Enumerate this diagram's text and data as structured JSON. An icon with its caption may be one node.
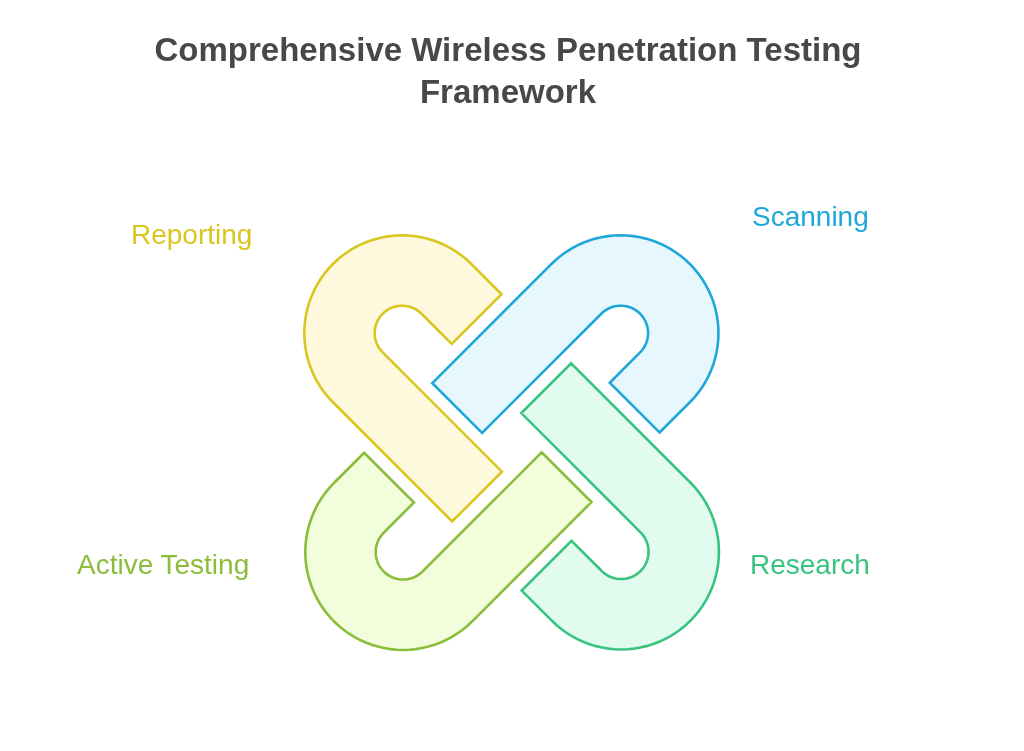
{
  "diagram": {
    "title": "Comprehensive Wireless Penetration Testing Framework",
    "nodes": [
      {
        "text": [],
        "shape": "hook",
        "beside": [
          "Reporting"
        ]
      },
      {
        "text": [],
        "shape": "hook",
        "beside": [
          "Scanning"
        ]
      },
      {
        "text": [],
        "shape": "hook",
        "beside": [
          "Active Testing"
        ]
      },
      {
        "text": [],
        "shape": "hook",
        "beside": [
          "Research"
        ]
      }
    ]
  }
}
